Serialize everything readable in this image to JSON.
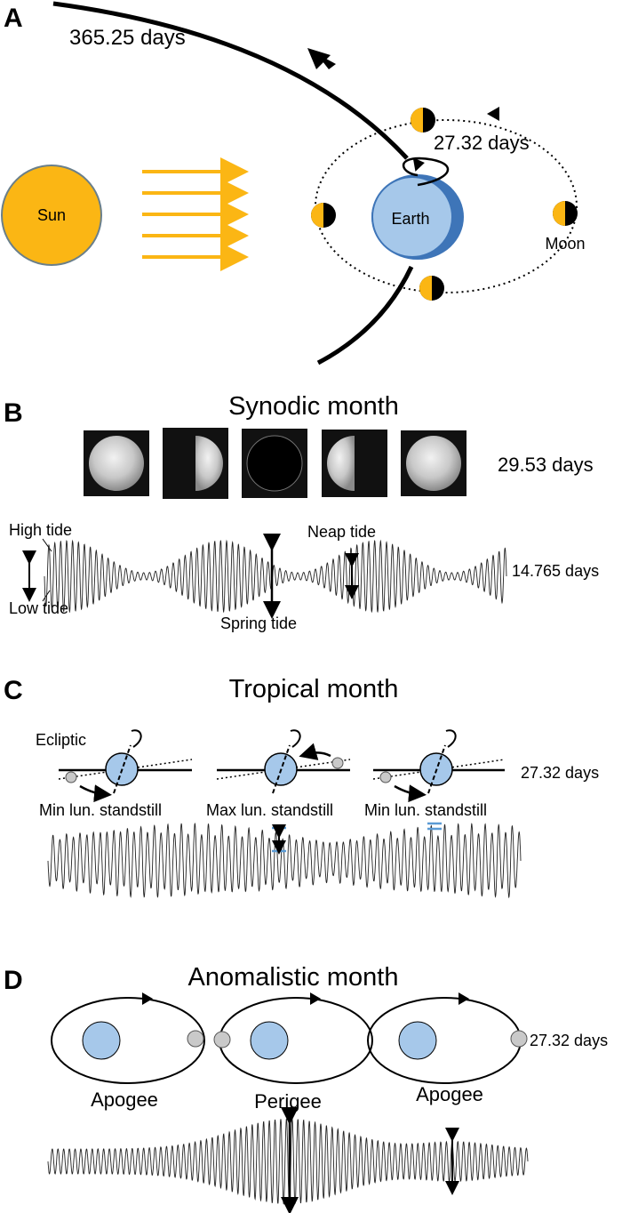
{
  "panel_a": {
    "letter": "A",
    "year_period": "365.25 days",
    "month_period": "27.32 days",
    "sun_label": "Sun",
    "earth_label": "Earth",
    "moon_label": "Moon"
  },
  "panel_b": {
    "letter": "B",
    "title": "Synodic month",
    "period": "29.53 days",
    "high_tide": "High tide",
    "low_tide": "Low tide",
    "neap_tide": "Neap tide",
    "spring_tide": "Spring tide",
    "tide_period": "14.765 days"
  },
  "panel_c": {
    "letter": "C",
    "title": "Tropical month",
    "ecliptic": "Ecliptic",
    "period": "27.32 days",
    "standstills": [
      "Min lun. standstill",
      "Max lun. standstill",
      "Min lun. standstill"
    ]
  },
  "panel_d": {
    "letter": "D",
    "title": "Anomalistic month",
    "period": "27.32 days",
    "positions": [
      "Apogee",
      "Perigee",
      "Apogee"
    ]
  },
  "colors": {
    "sun": "#FBB614",
    "earth": "#A6C8EA",
    "earth_dark": "#3E75B8",
    "moon_grey": "#C9C9C9",
    "marker_blue": "#5B9BD5"
  }
}
